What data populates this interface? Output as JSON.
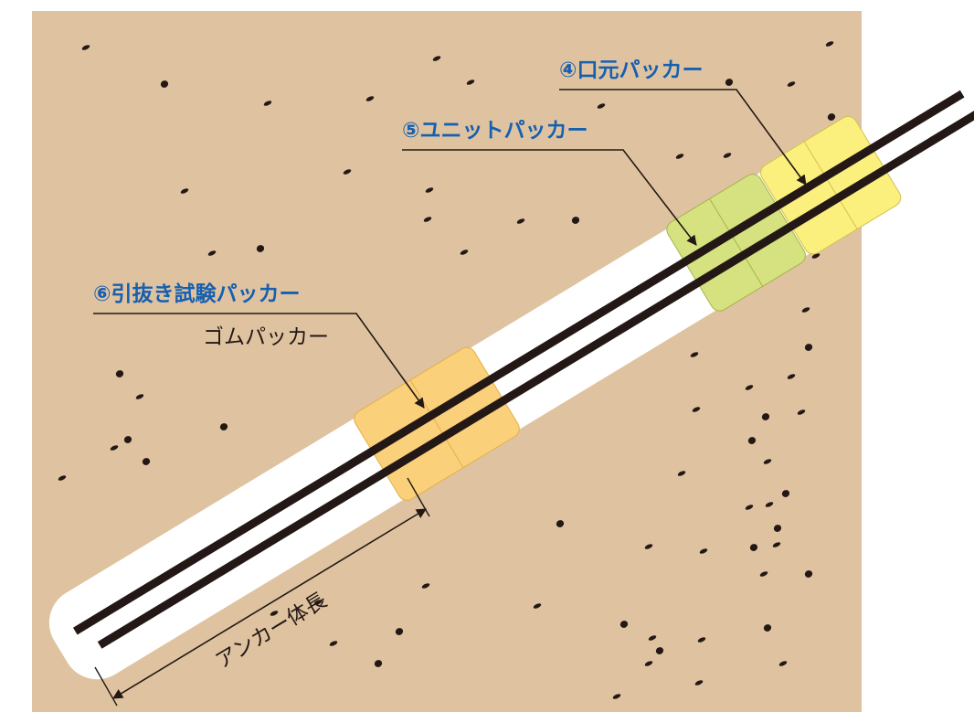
{
  "colors": {
    "ground": "#dfc3a0",
    "borehole": "#ffffff",
    "tendon": "#231815",
    "label_blue": "#1660b0",
    "packer_mouth": "#fbef7e",
    "packer_unit": "#d5e27f",
    "packer_pullout": "#fbd07a"
  },
  "labels": {
    "mouth_packer": "④口元パッカー",
    "unit_packer": "⑤ユニットパッカー",
    "pullout_packer": "⑥引抜き試験パッカー",
    "rubber_packer": "ゴムパッカー",
    "anchor_length": "アンカー体長"
  }
}
